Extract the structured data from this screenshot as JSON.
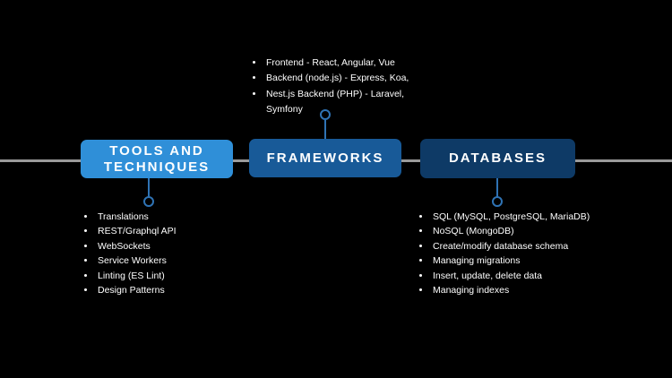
{
  "stages": {
    "tools": {
      "title": "TOOLS AND TECHNIQUES",
      "color": "#2f8fd8",
      "items": [
        "Translations",
        "REST/Graphql API",
        "WebSockets",
        "Service Workers",
        "Linting (ES Lint)",
        "Design Patterns"
      ]
    },
    "frameworks": {
      "title": "FRAMEWORKS",
      "color": "#185a98",
      "items": [
        "Frontend - React, Angular, Vue",
        "Backend (node.js) - Express, Koa,",
        "Nest.js Backend (PHP) - Laravel, Symfony"
      ]
    },
    "databases": {
      "title": "DATABASES",
      "color": "#0e3a66",
      "items": [
        "SQL (MySQL, PostgreSQL, MariaDB)",
        "NoSQL (MongoDB)",
        "Create/modify database schema",
        "Managing migrations",
        "Insert, update, delete data",
        "Managing indexes"
      ]
    }
  },
  "colors": {
    "background": "#000000",
    "timeline": "#9a9a9a",
    "connector": "#2f73b4"
  }
}
